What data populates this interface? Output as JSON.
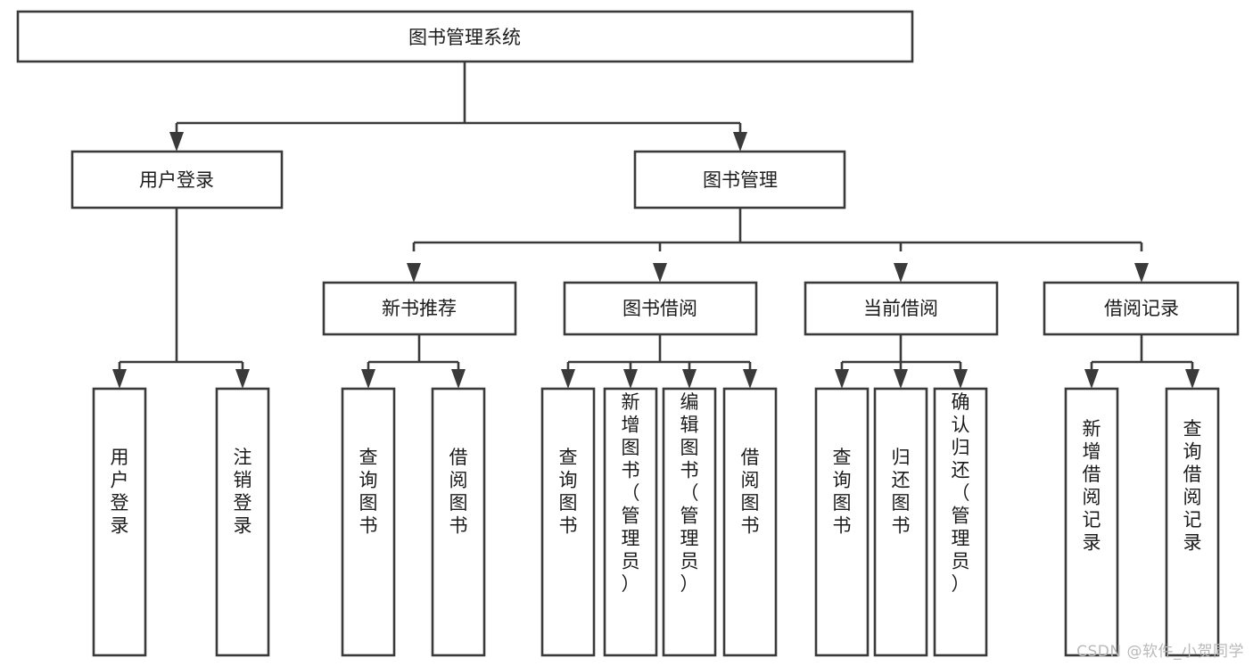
{
  "diagram": {
    "type": "tree-hierarchy",
    "orientation": "top-down",
    "title": "图书管理系统",
    "watermark": "CSDN @软件_小贺同学",
    "colors": {
      "box_stroke": "#3a3a3a",
      "box_fill": "#ffffff",
      "text": "#1b1b1b",
      "connector": "#3a3a3a",
      "background": "#ffffff",
      "watermark": "#b9b9b9"
    },
    "levels": [
      {
        "level": 1,
        "nodes": [
          {
            "id": "root",
            "label": "图书管理系统",
            "orientation": "horizontal"
          }
        ]
      },
      {
        "level": 2,
        "nodes": [
          {
            "id": "login",
            "label": "用户登录",
            "orientation": "horizontal",
            "parent": "root"
          },
          {
            "id": "bookmgmt",
            "label": "图书管理",
            "orientation": "horizontal",
            "parent": "root"
          }
        ]
      },
      {
        "level": 3,
        "nodes": [
          {
            "id": "newbook",
            "label": "新书推荐",
            "orientation": "horizontal",
            "parent": "bookmgmt"
          },
          {
            "id": "borrow",
            "label": "图书借阅",
            "orientation": "horizontal",
            "parent": "bookmgmt"
          },
          {
            "id": "current",
            "label": "当前借阅",
            "orientation": "horizontal",
            "parent": "bookmgmt"
          },
          {
            "id": "records",
            "label": "借阅记录",
            "orientation": "horizontal",
            "parent": "bookmgmt"
          }
        ]
      },
      {
        "level": 4,
        "nodes": [
          {
            "id": "leaf-1",
            "label": "用户登录",
            "orientation": "vertical",
            "parent": "login"
          },
          {
            "id": "leaf-2",
            "label": "注销登录",
            "orientation": "vertical",
            "parent": "login"
          },
          {
            "id": "leaf-3",
            "label": "查询图书",
            "orientation": "vertical",
            "parent": "newbook"
          },
          {
            "id": "leaf-4",
            "label": "借阅图书",
            "orientation": "vertical",
            "parent": "newbook"
          },
          {
            "id": "leaf-5",
            "label": "查询图书",
            "orientation": "vertical",
            "parent": "borrow"
          },
          {
            "id": "leaf-6",
            "label": "新增图书（管理员）",
            "orientation": "vertical",
            "parent": "borrow"
          },
          {
            "id": "leaf-7",
            "label": "编辑图书（管理员）",
            "orientation": "vertical",
            "parent": "borrow"
          },
          {
            "id": "leaf-8",
            "label": "借阅图书",
            "orientation": "vertical",
            "parent": "borrow"
          },
          {
            "id": "leaf-9",
            "label": "查询图书",
            "orientation": "vertical",
            "parent": "current"
          },
          {
            "id": "leaf-10",
            "label": "归还图书",
            "orientation": "vertical",
            "parent": "current"
          },
          {
            "id": "leaf-11",
            "label": "确认归还（管理员）",
            "orientation": "vertical",
            "parent": "current"
          },
          {
            "id": "leaf-12",
            "label": "新增借阅记录",
            "orientation": "vertical",
            "parent": "records"
          },
          {
            "id": "leaf-13",
            "label": "查询借阅记录",
            "orientation": "vertical",
            "parent": "records"
          }
        ]
      }
    ]
  }
}
